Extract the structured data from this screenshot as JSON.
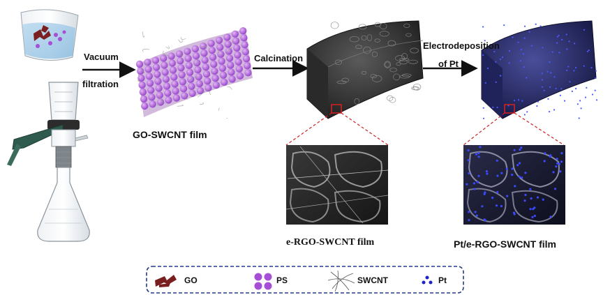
{
  "steps": {
    "vacuum_line1": "Vacuum",
    "vacuum_line2": "filtration",
    "calcination": "Calcination",
    "electro_line1": "Electrodeposition",
    "electro_line2": "of Pt"
  },
  "films": {
    "go_swcnt": "GO-SWCNT film",
    "e_rgo_swcnt": "e-RGO-SWCNT film",
    "pt_e_rgo_swcnt": "Pt/e-RGO-SWCNT film"
  },
  "legend": {
    "go": "GO",
    "ps": "PS",
    "swcnt": "SWCNT",
    "pt": "Pt"
  },
  "colors": {
    "go": "#7a1f1f",
    "ps": "#a64fd6",
    "pt": "#1a22c8",
    "zoom_box": "#cc2222",
    "legend_border": "#1f3a8a"
  }
}
